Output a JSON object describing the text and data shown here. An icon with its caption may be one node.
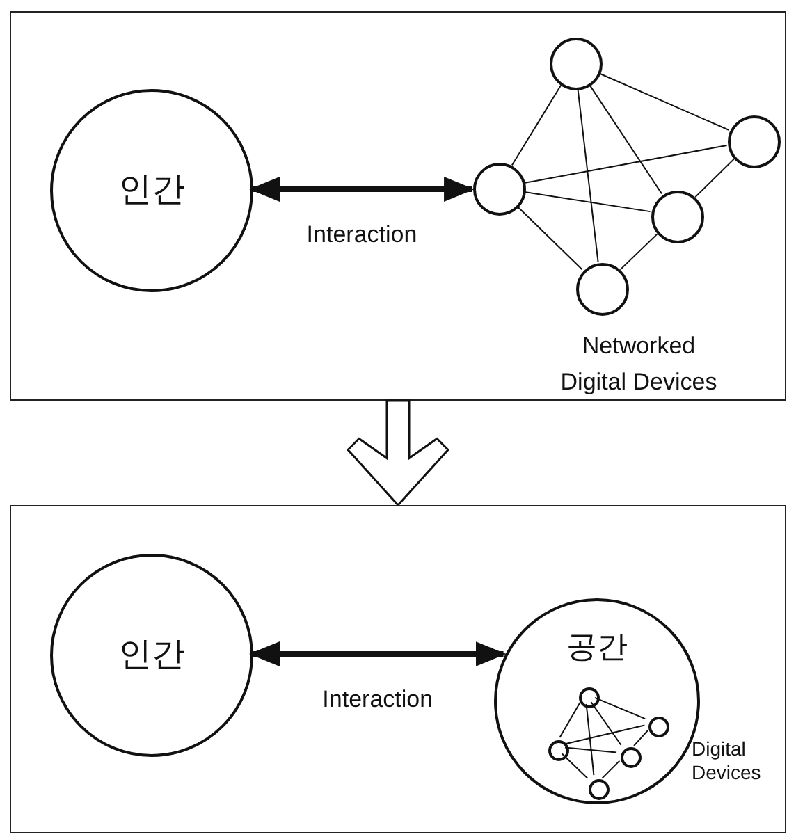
{
  "diagram": {
    "nodes": [
      {
        "text": [],
        "shape": "box"
      },
      {
        "text": [
          "인간"
        ],
        "in": 0
      },
      {
        "text": [],
        "shape": "circle",
        "in": 0
      },
      {
        "text": [],
        "shape": "circle",
        "in": 0
      },
      {
        "text": [],
        "shape": "circle",
        "in": 0
      },
      {
        "text": [],
        "shape": "circle",
        "in": 0
      },
      {
        "text": [],
        "shape": "circle",
        "in": 0
      },
      {
        "text": [],
        "shape": "box"
      },
      {
        "text": [
          "인간"
        ],
        "in": 7
      },
      {
        "text": [
          "공간"
        ],
        "in": 7
      },
      {
        "text": [],
        "shape": "circle",
        "in": 9
      },
      {
        "text": [],
        "shape": "circle",
        "in": 9
      },
      {
        "text": [],
        "shape": "circle",
        "in": 9
      },
      {
        "text": [],
        "shape": "circle",
        "in": 9
      },
      {
        "text": [],
        "shape": "circle",
        "in": 9
      }
    ],
    "edges": [
      {
        "from": 1,
        "to": 2,
        "arrow": "both",
        "label": "Interaction",
        "style": "thick"
      },
      {
        "from": 2,
        "to": 3,
        "arrow": "none"
      },
      {
        "from": 2,
        "to": 4,
        "arrow": "none"
      },
      {
        "from": 2,
        "to": 5,
        "arrow": "none"
      },
      {
        "from": 2,
        "to": 6,
        "arrow": "none"
      },
      {
        "from": 3,
        "to": 4,
        "arrow": "none"
      },
      {
        "from": 3,
        "to": 5,
        "arrow": "none"
      },
      {
        "from": 3,
        "to": 6,
        "arrow": "none"
      },
      {
        "from": 4,
        "to": 5,
        "arrow": "none"
      },
      {
        "from": 5,
        "to": 6,
        "arrow": "none"
      },
      {
        "from": 0,
        "to": 7,
        "arrow": "to",
        "style": "dashed"
      },
      {
        "from": 8,
        "to": 9,
        "arrow": "both",
        "label": "Interaction",
        "style": "thick"
      },
      {
        "from": 10,
        "to": 11,
        "arrow": "none"
      },
      {
        "from": 10,
        "to": 12,
        "arrow": "none"
      },
      {
        "from": 10,
        "to": 13,
        "arrow": "none"
      },
      {
        "from": 10,
        "to": 14,
        "arrow": "none"
      },
      {
        "from": 11,
        "to": 12,
        "arrow": "none"
      },
      {
        "from": 11,
        "to": 13,
        "arrow": "none"
      },
      {
        "from": 11,
        "to": 14,
        "arrow": "none"
      },
      {
        "from": 12,
        "to": 13,
        "arrow": "none"
      },
      {
        "from": 13,
        "to": 14,
        "arrow": "none"
      }
    ],
    "labels": [
      "Networked Digital Devices",
      "Digital Devices"
    ]
  }
}
